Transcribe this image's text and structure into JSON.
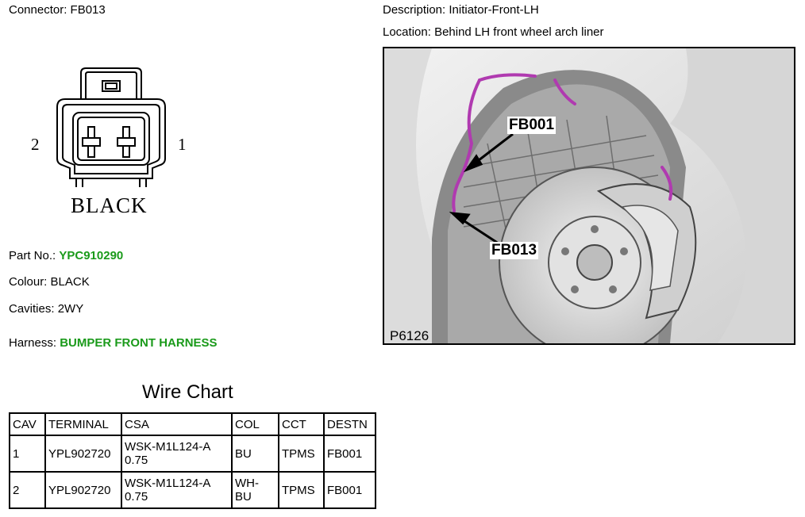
{
  "connector": {
    "label": "Connector:",
    "value": "FB013"
  },
  "description": {
    "label": "Description:",
    "value": "Initiator-Front-LH"
  },
  "location": {
    "label": "Location:",
    "value": "Behind LH front wheel arch liner"
  },
  "diagram": {
    "pin_left": "2",
    "pin_right": "1",
    "color_label": "BLACK"
  },
  "part_no": {
    "label": "Part No.:",
    "value": "YPC910290"
  },
  "colour": {
    "label": "Colour:",
    "value": "BLACK"
  },
  "cavities": {
    "label": "Cavities:",
    "value": "2WY"
  },
  "harness": {
    "label": "Harness:",
    "value": "BUMPER FRONT HARNESS"
  },
  "wire_chart": {
    "title": "Wire Chart",
    "headers": [
      "CAV",
      "TERMINAL",
      "CSA",
      "COL",
      "CCT",
      "DESTN"
    ],
    "rows": [
      {
        "cav": "1",
        "terminal": "YPL902720",
        "csa_line1": "WSK-M1L124-A",
        "csa_line2": "0.75",
        "col_line1": "BU",
        "col_line2": "",
        "cct": "TPMS",
        "destn": "FB001"
      },
      {
        "cav": "2",
        "terminal": "YPL902720",
        "csa_line1": "WSK-M1L124-A",
        "csa_line2": "0.75",
        "col_line1": "WH-",
        "col_line2": "BU",
        "cct": "TPMS",
        "destn": "FB001"
      }
    ]
  },
  "photo": {
    "callout_top": "FB001",
    "callout_bottom": "FB013",
    "photo_id": "P6126"
  },
  "colors": {
    "harness_green": "#1a9a1a",
    "wire_magenta": "#b03ab0"
  }
}
